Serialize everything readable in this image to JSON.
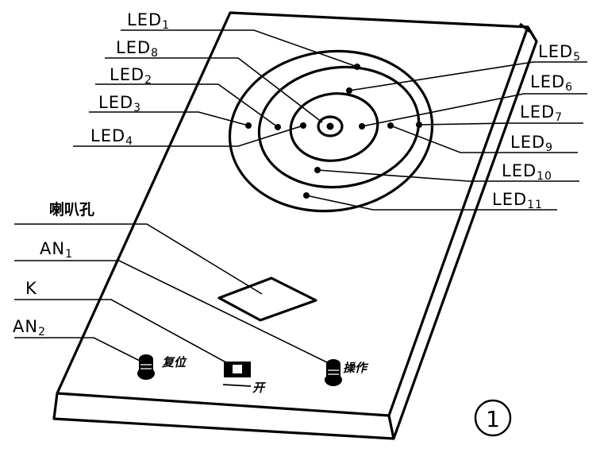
{
  "labels": {
    "led1": {
      "main": "LED",
      "sub": "1"
    },
    "led8": {
      "main": "LED",
      "sub": "8"
    },
    "led2": {
      "main": "LED",
      "sub": "2"
    },
    "led3": {
      "main": "LED",
      "sub": "3"
    },
    "led4": {
      "main": "LED",
      "sub": "4"
    },
    "led5": {
      "main": "LED",
      "sub": "5"
    },
    "led6": {
      "main": "LED",
      "sub": "6"
    },
    "led7": {
      "main": "LED",
      "sub": "7"
    },
    "led9": {
      "main": "LED",
      "sub": "9"
    },
    "led10": {
      "main": "LED",
      "sub": "10"
    },
    "led11": {
      "main": "LED",
      "sub": "11"
    },
    "speaker_hole": "喇叭孔",
    "an1": {
      "main": "AN",
      "sub": "1"
    },
    "k": "K",
    "an2": {
      "main": "AN",
      "sub": "2"
    },
    "reset": "复位",
    "switch_on": "开",
    "operate": "操作"
  },
  "figure_number": "1",
  "colors": {
    "ink": "#000000",
    "paper": "#ffffff"
  }
}
